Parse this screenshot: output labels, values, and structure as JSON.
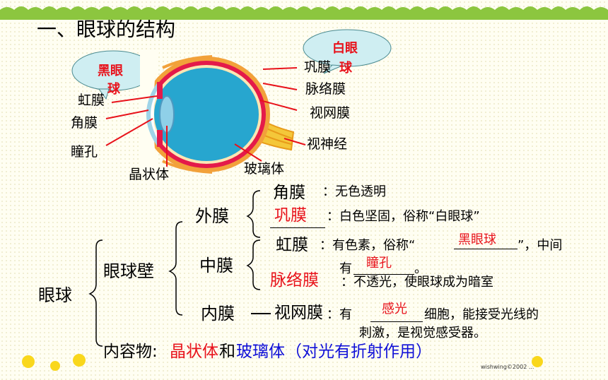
{
  "title": "一、眼球的结构",
  "bubbles": {
    "left": {
      "text": "黑眼",
      "text2": "球"
    },
    "right": {
      "text": "白眼",
      "text2": "球"
    }
  },
  "labels": {
    "hongmo": "虹膜",
    "jiaomo": "角膜",
    "tongkong": "瞳孔",
    "jingzhuangti": "晶状体",
    "gongmo": "巩膜",
    "mailuomo": "脉络膜",
    "shiwangmo": "视网膜",
    "shishenjing": "视神经",
    "bolitti": "玻璃体"
  },
  "outline": {
    "root": "眼球",
    "wall": "眼球壁",
    "outer": "外膜",
    "middle": "中膜",
    "inner": "内膜",
    "jiaomo": "角膜",
    "jiaomo_desc": "：无色透明",
    "gongmo": "巩膜",
    "gongmo_desc": "：白色坚固，俗称“白眼球”",
    "hongmo": "虹膜",
    "hongmo_desc1": "：有色素，俗称“",
    "hongmo_fill": "黑眼球",
    "hongmo_desc2": "”，中间",
    "mailuomo": "脉络膜",
    "you": "有",
    "tongkong_fill": "瞳孔",
    "period": "。",
    "mailuomo_desc": "：不透光，使眼球成为暗室",
    "inner_line": "——",
    "shiwangmo": "视网膜",
    "shiwangmo_desc_pre": "：有",
    "ganguang_fill": "感光",
    "shiwangmo_desc_post": "细胞，能接受光线的",
    "shiwangmo_desc2": "刺激，是视觉感受器。",
    "contents_label": "内容物:",
    "jingzhuangti": "晶状体",
    "he": "和",
    "bolitti": "玻璃体",
    "function": "（对光有折射作用）"
  },
  "watermark": "wishwing©2002 ..."
}
